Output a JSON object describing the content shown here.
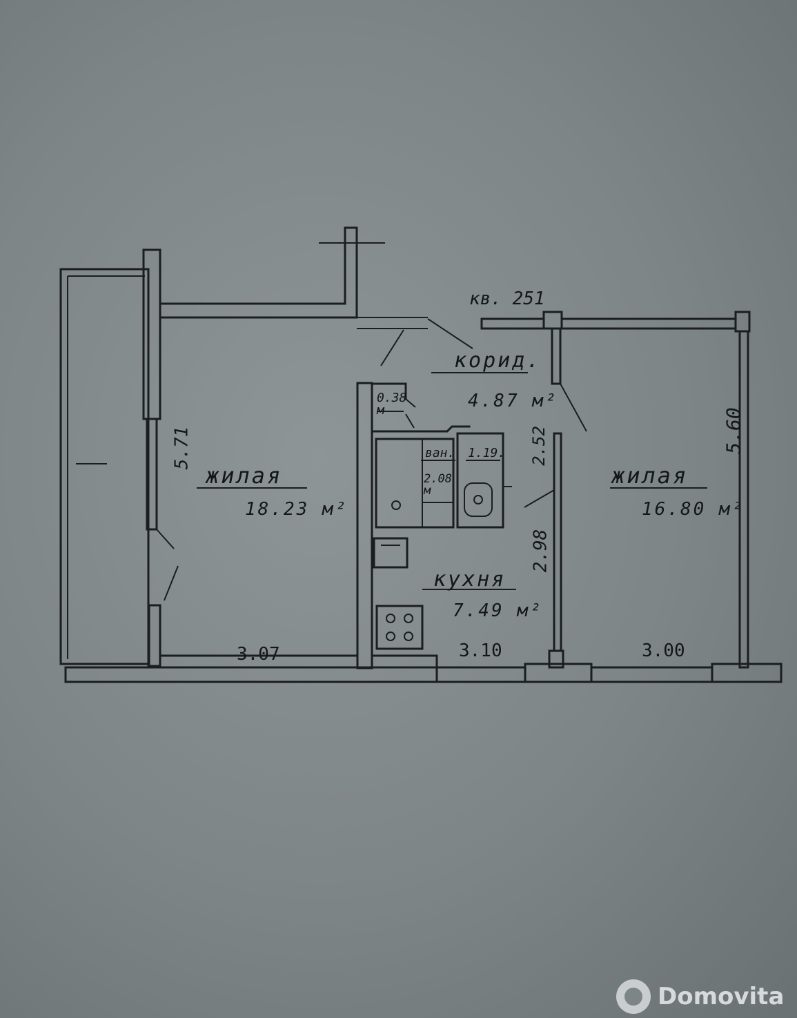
{
  "plan": {
    "apartment_label": "кв. 251",
    "rooms": {
      "living_left": {
        "name": "жилая",
        "area": "18.23 м²"
      },
      "living_right": {
        "name": "жилая",
        "area": "16.80 м²"
      },
      "corridor": {
        "name": "корид.",
        "area": "4.87 м²"
      },
      "kitchen": {
        "name": "кухня",
        "area": "7.49 м²"
      },
      "bath": {
        "name": "ван.",
        "area": "2.08 м"
      },
      "toilet": {
        "area": "1.19."
      },
      "closet": {
        "area": "0.38 м"
      }
    },
    "dimensions": {
      "left_height": "5.71",
      "right_height": "5.60",
      "left_width": "3.07",
      "kitchen_width": "3.10",
      "right_width": "3.00",
      "corridor_len": "2.52",
      "kitchen_len": "2.98"
    }
  },
  "watermark": {
    "text": "Domovita"
  },
  "colors": {
    "ink": "#1b1d1f",
    "paper": "#858c8e"
  }
}
